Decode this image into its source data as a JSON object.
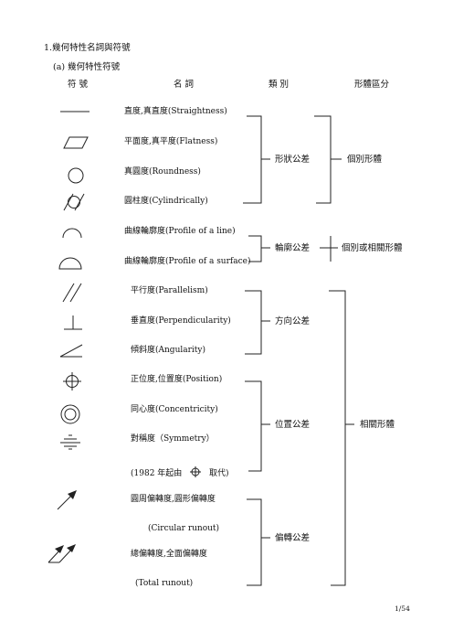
{
  "section_title": "1.幾何特性名詞與符號",
  "subsection_title": "(a)  幾何特性符號",
  "headers": {
    "symbol": "符 號",
    "name": "名  詞",
    "category": "類  別",
    "feature": "形體區分"
  },
  "rows": [
    {
      "name": "直度,真直度(Straightness)",
      "icon": "straightness-icon"
    },
    {
      "name": "平面度,真平度(Flatness)",
      "icon": "flatness-icon"
    },
    {
      "name": "真圓度(Roundness)",
      "icon": "roundness-icon"
    },
    {
      "name": "圓柱度(Cylindrically)",
      "icon": "cylindricity-icon"
    },
    {
      "name": "曲線輪廓度(Profile of a line)",
      "icon": "profile-line-icon"
    },
    {
      "name": "曲線輪廓度(Profile of a surface)",
      "icon": "profile-surface-icon"
    },
    {
      "name": "平行度(Parallelism)",
      "icon": "parallelism-icon"
    },
    {
      "name": "垂直度(Perpendicularity)",
      "icon": "perpendicularity-icon"
    },
    {
      "name": "傾斜度(Angularity)",
      "icon": "angularity-icon"
    },
    {
      "name": "正位度,位置度(Position)",
      "icon": "position-icon"
    },
    {
      "name": "同心度(Concentricity)",
      "icon": "concentricity-icon"
    },
    {
      "name": "對稱度（Symmetry）",
      "icon": "symmetry-icon"
    },
    {
      "name_before": "(1982 年起由",
      "name_after": "取代)",
      "icon": "position-icon"
    },
    {
      "name": "圓周偏轉度,圓形偏轉度",
      "icon": "circular-runout-icon"
    },
    {
      "name": "(Circular runout)"
    },
    {
      "name": "總偏轉度,全面偏轉度",
      "icon": "total-runout-icon"
    },
    {
      "name": "(Total runout)"
    }
  ],
  "groups": {
    "form": "形狀公差",
    "profile": "輪廓公差",
    "orientation": "方向公差",
    "location": "位置公差",
    "runout": "偏轉公差"
  },
  "features": {
    "individual": "個別形體",
    "individual_or_related": "個別或相關形體",
    "related": "相關形體"
  },
  "page_number": "1/54"
}
